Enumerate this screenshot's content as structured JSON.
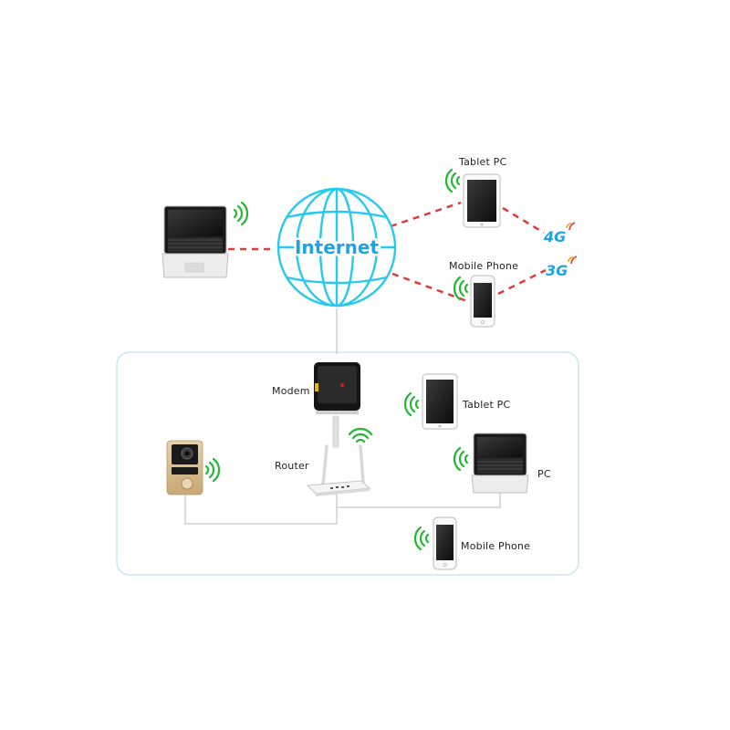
{
  "internet": {
    "label": "Internet"
  },
  "mobile_network": {
    "tablet_label": "Tablet PC",
    "phone_label": "Mobile Phone",
    "badge_4g": "4G",
    "badge_3g": "3G"
  },
  "home_network": {
    "modem_label": "Modem",
    "router_label": "Router",
    "tablet_label": "Tablet PC",
    "pc_label": "PC",
    "phone_label": "Mobile Phone"
  },
  "colors": {
    "globe": "#27c9ef",
    "link_dashed": "#e03a3a",
    "wifi": "#22b832",
    "panel_border": "#bfe3f1",
    "cable": "#cfcfcf",
    "badge": "#1fa3e6"
  },
  "icons": [
    "globe-icon",
    "laptop-icon",
    "tablet-icon",
    "phone-icon",
    "modem-icon",
    "router-icon",
    "doorbell-icon",
    "wifi-icon"
  ]
}
